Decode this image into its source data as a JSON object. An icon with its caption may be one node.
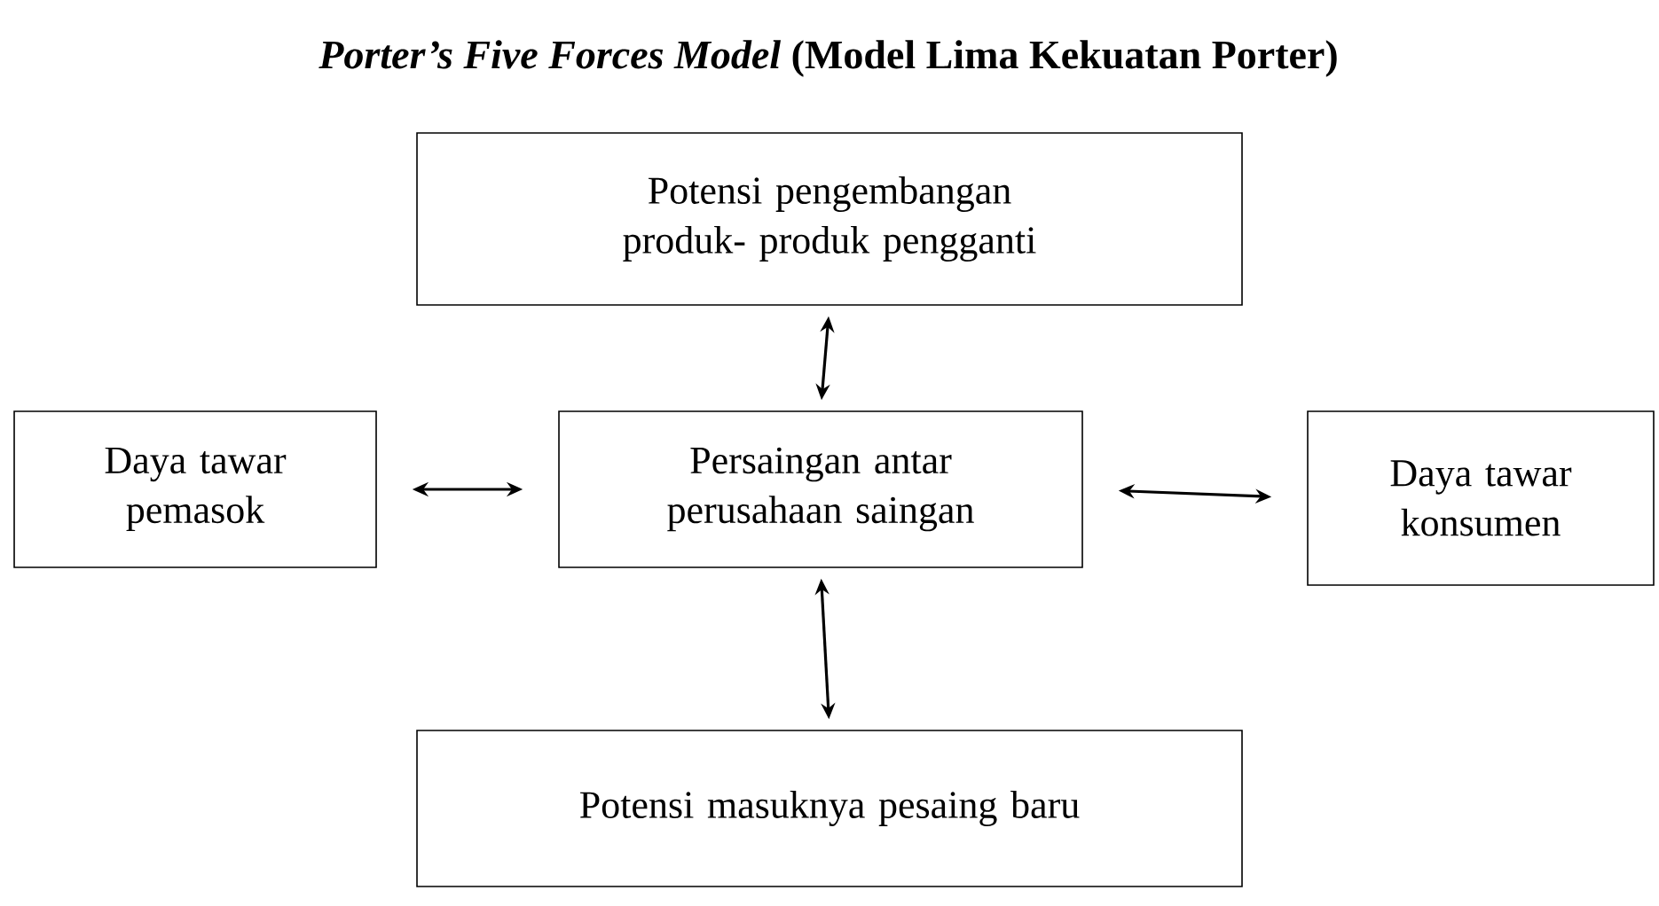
{
  "diagram": {
    "title": "*Porter’s Five Forces Model* (Model Lima Kekuatan Porter)",
    "nodes": [
      {
        "text": [
          "Potensi pengembangan produk- produk pengganti"
        ]
      },
      {
        "text": [
          "Daya tawar pemasok"
        ]
      },
      {
        "text": [
          "Persaingan antar perusahaan saingan"
        ]
      },
      {
        "text": [
          "Daya tawar konsumen"
        ]
      },
      {
        "text": [
          "Potensi masuknya pesaing baru"
        ]
      }
    ],
    "edges": [
      {
        "from": 0,
        "to": 2,
        "arrow": "both"
      },
      {
        "from": 1,
        "to": 2,
        "arrow": "both"
      },
      {
        "from": 2,
        "to": 3,
        "arrow": "both"
      },
      {
        "from": 2,
        "to": 4,
        "arrow": "both"
      }
    ]
  }
}
